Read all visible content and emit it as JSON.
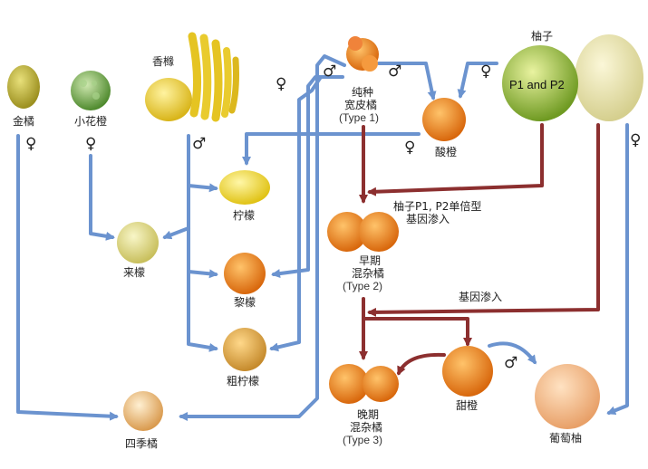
{
  "colors": {
    "blue_arrow": "#6b93cf",
    "red_arrow": "#8c2f2f"
  },
  "labels": {
    "kumquat": "金橘",
    "small_flower_orange": "小花橙",
    "citron": "香橼",
    "pure_mandarin_line1": "纯种",
    "pure_mandarin_line2": "宽皮橘",
    "pure_mandarin_line3": "(Type 1)",
    "sour_orange": "酸橙",
    "pomelo": "柚子",
    "pomelo_tag": "P1 and P2",
    "lemon": "柠檬",
    "lime": "来檬",
    "early_hybrid_line1": "早期",
    "early_hybrid_line2": "混杂橘",
    "early_hybrid_line3": "(Type 2)",
    "lily_lime": "黎檬",
    "rough_lemon": "粗柠檬",
    "calamondin": "四季橘",
    "late_hybrid_line1": "晚期",
    "late_hybrid_line2": "混杂橘",
    "late_hybrid_line3": "(Type 3)",
    "sweet_orange": "甜橙",
    "grapefruit": "葡萄柚",
    "introgression_haploid_line1": "柚子P1, P2单倍型",
    "introgression_haploid_line2": "基因渗入",
    "introgression": "基因渗入"
  },
  "symbols": {
    "female": "♀",
    "male": "♂"
  }
}
